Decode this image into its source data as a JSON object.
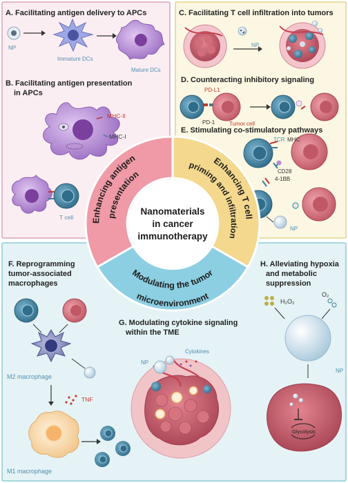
{
  "panels": {
    "a": {
      "title": "A. Facilitating antigen delivery to APCs",
      "np": "NP",
      "immature": "Immature DCs",
      "mature": "Mature DCs"
    },
    "b": {
      "title_line1": "B. Facilitating antigen presentation",
      "title_line2": "in APCs",
      "mhc2": "MHC-II",
      "mhc1": "MHC-I",
      "tcell": "T cell"
    },
    "c": {
      "title": "C. Facilitating T cell infiltration into tumors",
      "np": "NP"
    },
    "d": {
      "title": "D. Counteracting inhibitory signaling",
      "pdl1": "PD-L1",
      "pd1": "PD-1",
      "tumor": "Tumor cell"
    },
    "e": {
      "title": "E. Stimulating co-stimulatory pathways",
      "tcr": "TCR",
      "mhc": "MHC",
      "cd28": "CD28",
      "b41": "4-1BB",
      "np": "NP"
    },
    "f": {
      "title_line1": "F. Reprogramming",
      "title_line2": "tumor-associated",
      "title_line3": "macrophages",
      "m2": "M2 macrophage",
      "tnf": "TNF",
      "m1": "M1 macrophage"
    },
    "g": {
      "title_line1": "G. Modulating cytokine signaling",
      "title_line2": "within the TME",
      "np": "NP",
      "cytokines": "Cytokines"
    },
    "h": {
      "title_line1": "H. Alleviating hypoxia",
      "title_line2": "and metabolic",
      "title_line3": "suppression",
      "h2o2": "H₂O₂",
      "o2": "O₂",
      "np": "NP",
      "glycolysis": "Glycolysis"
    }
  },
  "center": {
    "line1": "Nanomaterials",
    "line2": "in cancer",
    "line3": "immunotherapy",
    "seg_left_1": "Enhancing antigen",
    "seg_left_2": "presentation",
    "seg_right_1": "Enhancing T cell",
    "seg_right_2": "priming and infiltration",
    "seg_bottom_1": "Modulating the tumor",
    "seg_bottom_2": "microenvironment"
  },
  "colors": {
    "panel_ab_bg": "#fbeef2",
    "panel_ab_border": "#d9a1b8",
    "panel_ce_bg": "#fcf7e3",
    "panel_ce_border": "#e3d389",
    "panel_fh_bg": "#e5f3f6",
    "panel_fh_border": "#8ccbd6",
    "seg_pink": "#ef9aa6",
    "seg_yellow": "#f3d88e",
    "seg_blue": "#8ccfe3",
    "dc_purple": "#b48bd3",
    "tcell_blue": "#3b7d9a",
    "tumor_red": "#c9606e",
    "label_blue": "#4f8fb0",
    "label_red": "#c0392b"
  }
}
